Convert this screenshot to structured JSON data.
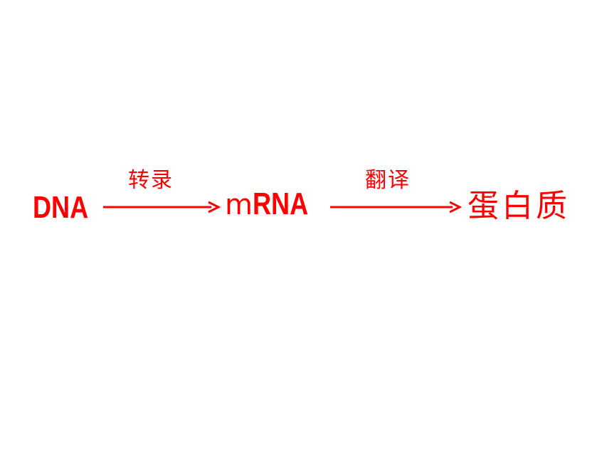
{
  "diagram": {
    "nodes": {
      "dna": "DNA",
      "mrna_prefix": "m",
      "mrna_main": "RNA",
      "protein": "蛋白质"
    },
    "edges": {
      "transcription": "转录",
      "translation": "翻译"
    },
    "colors": {
      "accent": "#ff0000",
      "background": "#ffffff"
    }
  }
}
